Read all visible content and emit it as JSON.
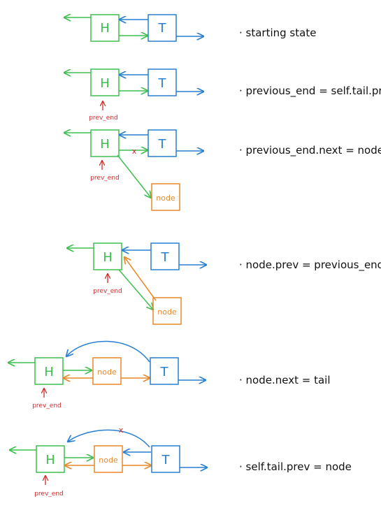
{
  "colors": {
    "head": "#3fbf4f",
    "tail": "#2a7fd0",
    "node": "#e8882a",
    "marker": "#d42a2a",
    "text": "#111111"
  },
  "labels": {
    "head": "H",
    "tail": "T",
    "node": "node",
    "prev_end": "prev_end",
    "cross": "x"
  },
  "steps": [
    {
      "caption": "· starting state"
    },
    {
      "caption": "· previous_end = self.tail.prev"
    },
    {
      "caption": "· previous_end.next = node"
    },
    {
      "caption": "· node.prev = previous_end"
    },
    {
      "caption": "· node.next = tail"
    },
    {
      "caption": "· self.tail.prev = node"
    }
  ]
}
